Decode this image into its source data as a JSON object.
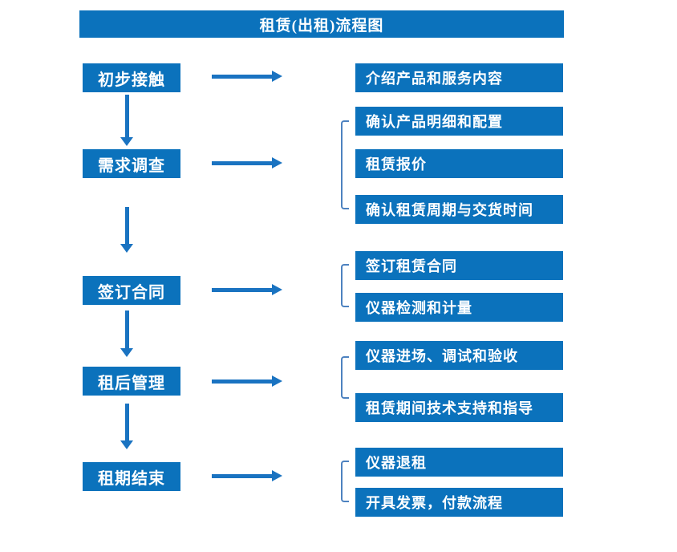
{
  "title": "租赁(出租)流程图",
  "colors": {
    "box_blue": "#0b72bc",
    "arrow_blue": "#1a73c1",
    "bracket_blue": "#4d82c0",
    "text_white": "#ffffff",
    "background": "#ffffff"
  },
  "stages": [
    {
      "label": "初步接触",
      "outputs": [
        "介绍产品和服务内容"
      ]
    },
    {
      "label": "需求调查",
      "outputs": [
        "确认产品明细和配置",
        "租赁报价",
        "确认租赁周期与交货时间"
      ]
    },
    {
      "label": "签订合同",
      "outputs": [
        "签订租赁合同",
        "仪器检测和计量"
      ]
    },
    {
      "label": "租后管理",
      "outputs": [
        "仪器进场、调试和验收",
        "租赁期间技术支持和指导"
      ]
    },
    {
      "label": "租期结束",
      "outputs": [
        "仪器退租",
        "开具发票，付款流程"
      ]
    }
  ]
}
